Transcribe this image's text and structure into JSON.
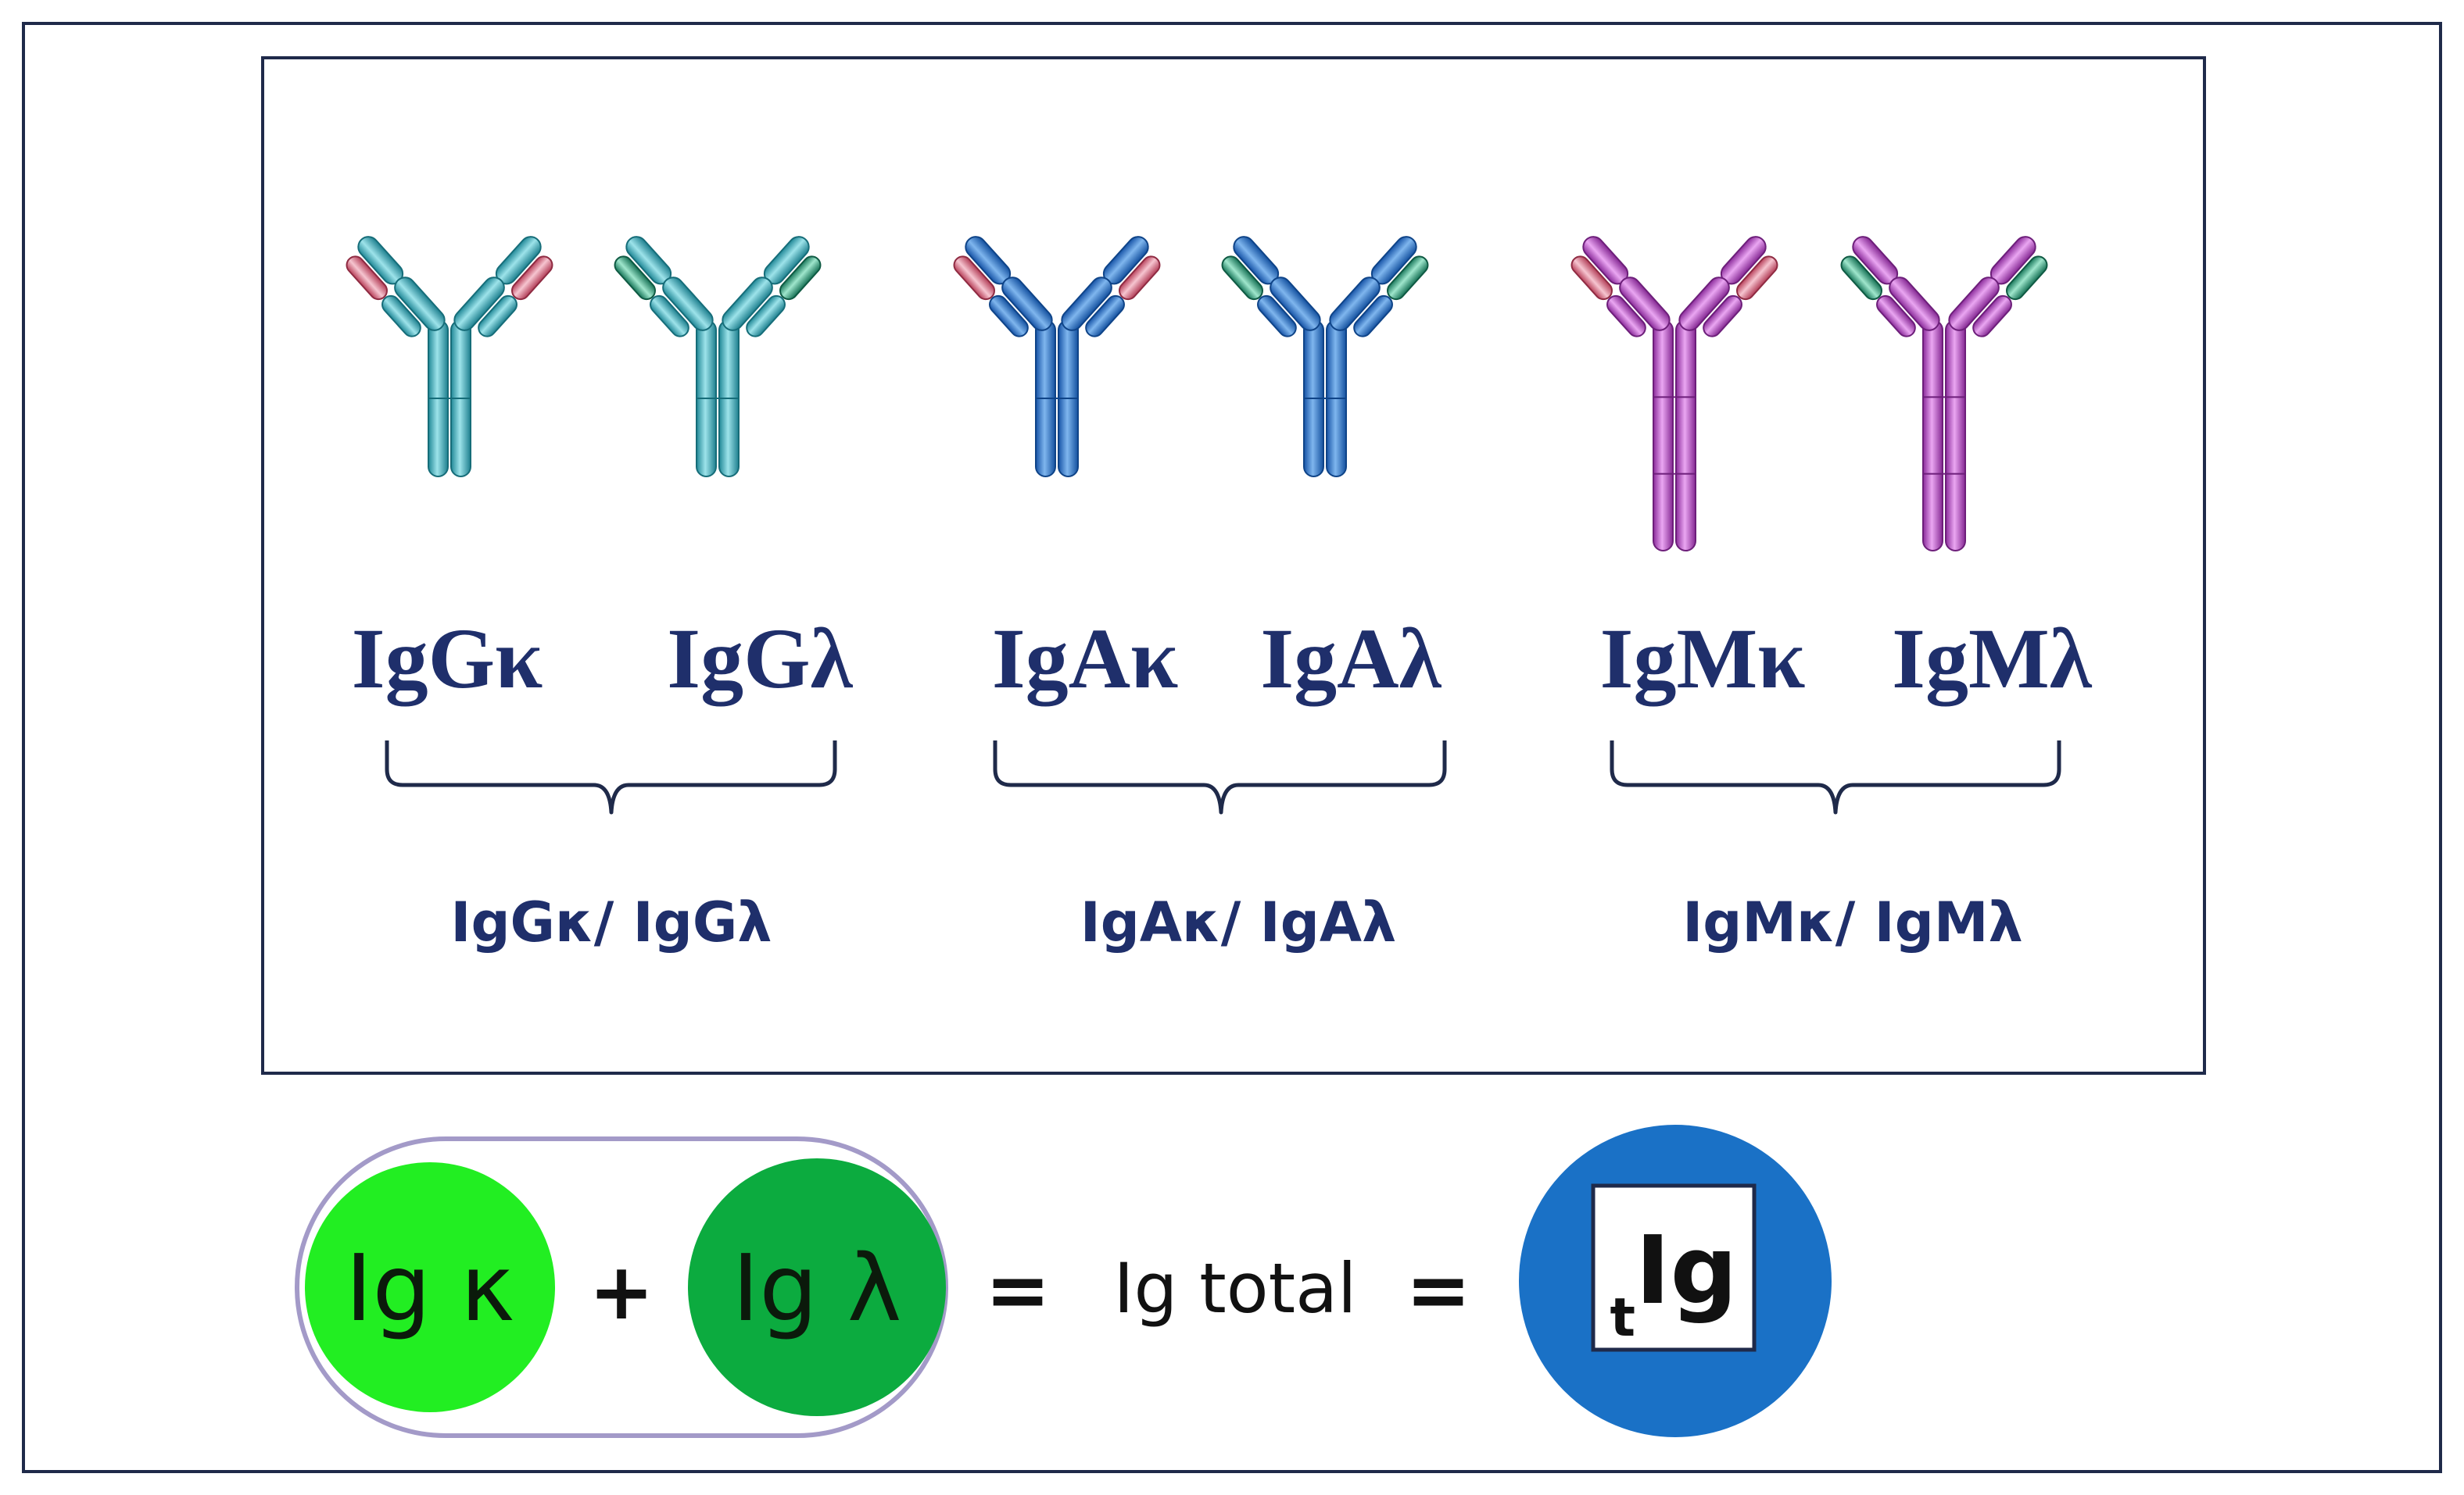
{
  "colors": {
    "frame": "#1f2a4a",
    "label_navy": "#1f2f6b",
    "igg_heavy": "#2aa7b8",
    "iga_heavy": "#1f73c9",
    "igm_heavy": "#b23fc4",
    "kappa_light": "#d9607a",
    "lambda_light": "#2a9f78",
    "kappa_circle": "#22ee22",
    "lambda_circle": "#0cab3f",
    "total_circle": "#1a71c6",
    "pill_border": "#a39ac8"
  },
  "antibodies": [
    {
      "label": "IgGκ",
      "heavy_color": "igg_heavy",
      "light_chain": "kappa",
      "isotype": "IgG"
    },
    {
      "label": "IgGλ",
      "heavy_color": "igg_heavy",
      "light_chain": "lambda",
      "isotype": "IgG"
    },
    {
      "label": "IgAκ",
      "heavy_color": "iga_heavy",
      "light_chain": "kappa",
      "isotype": "IgA"
    },
    {
      "label": "IgAλ",
      "heavy_color": "iga_heavy",
      "light_chain": "lambda",
      "isotype": "IgA"
    },
    {
      "label": "IgMκ",
      "heavy_color": "igm_heavy",
      "light_chain": "kappa",
      "isotype": "IgM"
    },
    {
      "label": "IgMλ",
      "heavy_color": "igm_heavy",
      "light_chain": "lambda",
      "isotype": "IgM"
    }
  ],
  "ratio_labels": [
    "IgGκ/ IgGλ",
    "IgAκ/ IgAλ",
    "IgMκ/ IgMλ"
  ],
  "equation": {
    "kappa": "Ig κ",
    "plus": "+",
    "lambda": "Ig λ",
    "equals1": "=",
    "total_text": "Ig total",
    "equals2": "=",
    "tig_sub": "t",
    "tig_main": "Ig"
  }
}
